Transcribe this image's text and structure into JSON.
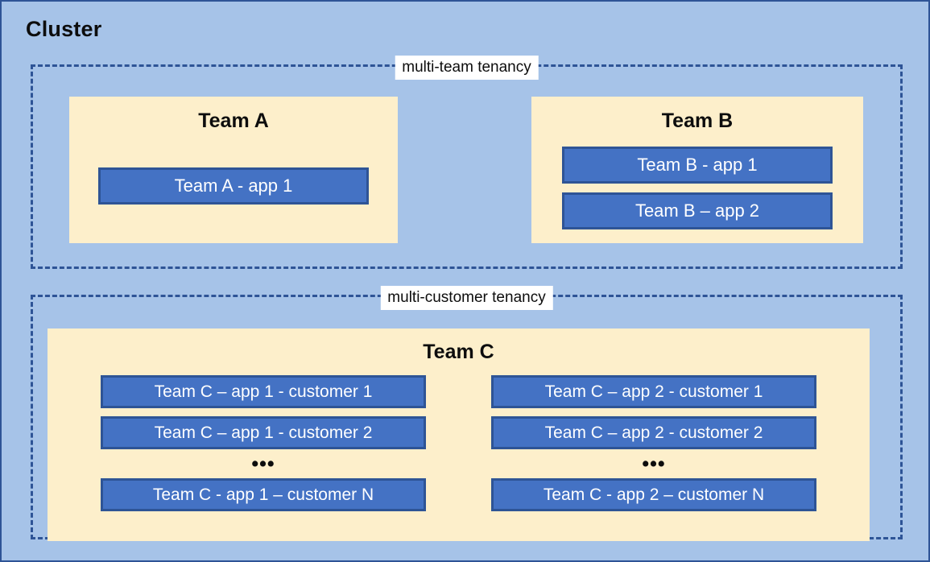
{
  "diagram": {
    "title": "Cluster",
    "colors": {
      "canvas_background": "#A6C3E8",
      "canvas_border": "#2E5496",
      "tenancy_border": "#2E5496",
      "team_background": "#FDEFCB",
      "app_background": "#4472C4",
      "app_border": "#2E5496",
      "app_text": "#FFFFFF",
      "label_background": "#FFFFFF",
      "heading_text": "#0D0D0D"
    },
    "tenancies": [
      {
        "id": "multi-team",
        "label": "multi-team tenancy",
        "teams": [
          {
            "id": "team-a",
            "title": "Team A",
            "apps": [
              "Team A - app 1"
            ]
          },
          {
            "id": "team-b",
            "title": "Team B",
            "apps": [
              "Team B - app 1",
              "Team B – app 2"
            ]
          }
        ]
      },
      {
        "id": "multi-customer",
        "label": "multi-customer tenancy",
        "teams": [
          {
            "id": "team-c",
            "title": "Team C",
            "columns": [
              {
                "id": "team-c-app-1",
                "apps": [
                  "Team C – app 1 - customer 1",
                  "Team C – app 1 - customer 2"
                ],
                "ellipsis": "•••",
                "last_app": "Team C - app 1 – customer N"
              },
              {
                "id": "team-c-app-2",
                "apps": [
                  "Team C – app 2 - customer 1",
                  "Team C – app 2 - customer 2"
                ],
                "ellipsis": "•••",
                "last_app": "Team C - app 2 – customer N"
              }
            ]
          }
        ]
      }
    ]
  }
}
